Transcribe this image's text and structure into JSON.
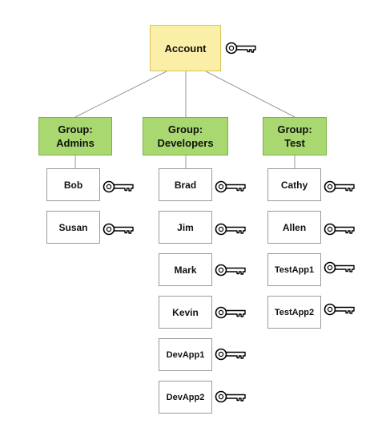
{
  "account": {
    "label": "Account"
  },
  "groups": [
    {
      "line1": "Group:",
      "line2": "Admins",
      "members": [
        "Bob",
        "Susan"
      ]
    },
    {
      "line1": "Group:",
      "line2": "Developers",
      "members": [
        "Brad",
        "Jim",
        "Mark",
        "Kevin",
        "DevApp1",
        "DevApp2"
      ]
    },
    {
      "line1": "Group:",
      "line2": "Test",
      "members": [
        "Cathy",
        "Allen",
        "TestApp1",
        "TestApp2"
      ]
    }
  ],
  "icons": {
    "credential": "key-icon"
  },
  "colors": {
    "account_fill": "#fbeea6",
    "group_fill": "#a9d870",
    "member_border": "#9a9a9a",
    "connector": "#999999"
  }
}
